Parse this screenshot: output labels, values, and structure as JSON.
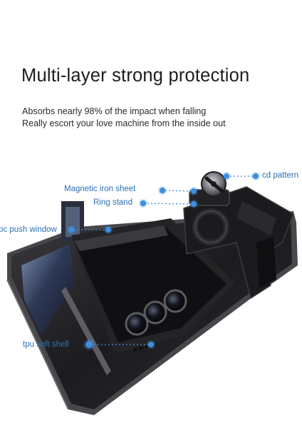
{
  "heading": "Multi-layer strong protection",
  "subtitle": {
    "line1": "Absorbs nearly 98% of the impact when falling",
    "line2": "Really escort your love machine from the inside out"
  },
  "callouts": {
    "cd_pattern": "cd pattern",
    "magnetic_iron_sheet": "Magnetic iron sheet",
    "ring_stand": "Ring stand",
    "pc_push_window": "pc push window",
    "tpu_soft_shell": "tpu soft shell"
  },
  "colors": {
    "callout_text": "#2e6fb5",
    "callout_dot": "#3d8fe0",
    "case_body": "#1f1f21",
    "case_edge": "#4a4a4e"
  }
}
